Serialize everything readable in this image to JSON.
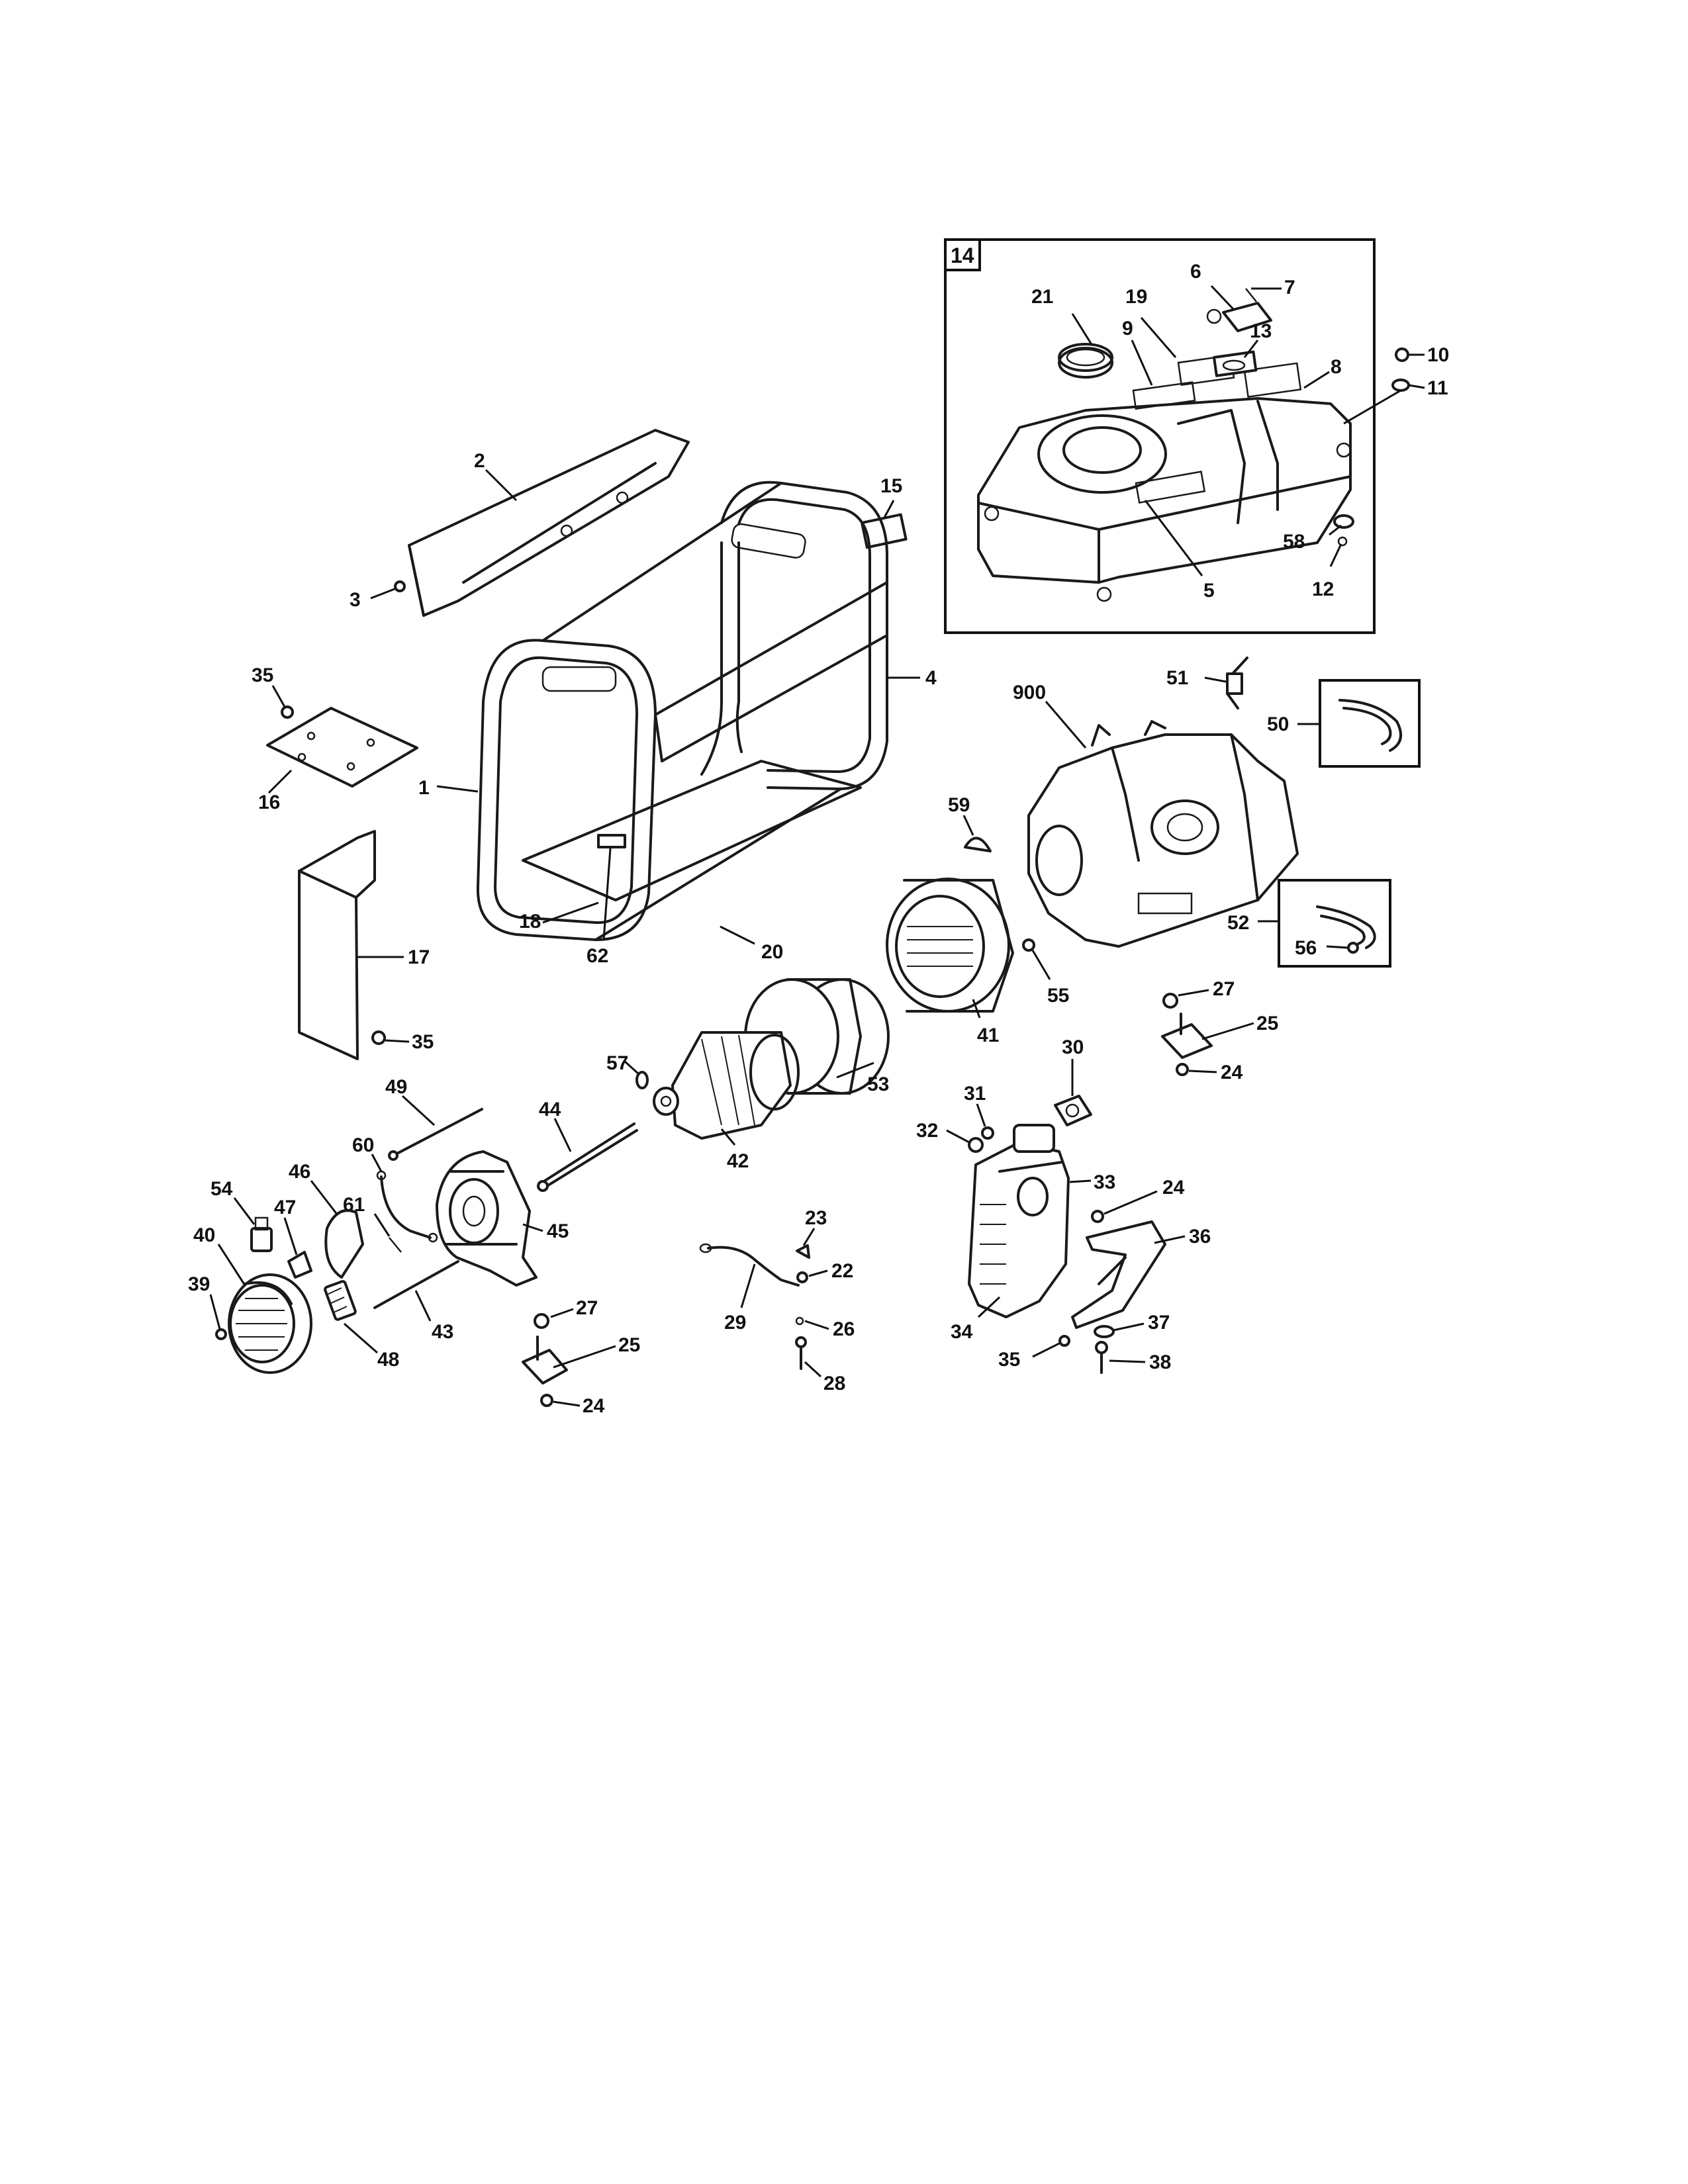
{
  "callouts": {
    "p1": "1",
    "p2": "2",
    "p3": "3",
    "p4": "4",
    "p5": "5",
    "p6": "6",
    "p7": "7",
    "p8": "8",
    "p9": "9",
    "p10": "10",
    "p11": "11",
    "p12": "12",
    "p13": "13",
    "p14": "14",
    "p15": "15",
    "p16": "16",
    "p17": "17",
    "p18": "18",
    "p19": "19",
    "p20": "20",
    "p21": "21",
    "p22": "22",
    "p23": "23",
    "p24a": "24",
    "p24b": "24",
    "p24c": "24",
    "p25a": "25",
    "p25b": "25",
    "p26": "26",
    "p27a": "27",
    "p27b": "27",
    "p28": "28",
    "p29": "29",
    "p30": "30",
    "p31": "31",
    "p32": "32",
    "p33": "33",
    "p34": "34",
    "p35a": "35",
    "p35b": "35",
    "p35c": "35",
    "p36": "36",
    "p37": "37",
    "p38": "38",
    "p39": "39",
    "p40": "40",
    "p41": "41",
    "p42": "42",
    "p43": "43",
    "p44": "44",
    "p45": "45",
    "p46": "46",
    "p47": "47",
    "p48": "48",
    "p49": "49",
    "p50": "50",
    "p51": "51",
    "p52": "52",
    "p53": "53",
    "p54": "54",
    "p55": "55",
    "p56": "56",
    "p57": "57",
    "p58": "58",
    "p59": "59",
    "p60": "60",
    "p61": "61",
    "p62": "62",
    "p900": "900"
  }
}
